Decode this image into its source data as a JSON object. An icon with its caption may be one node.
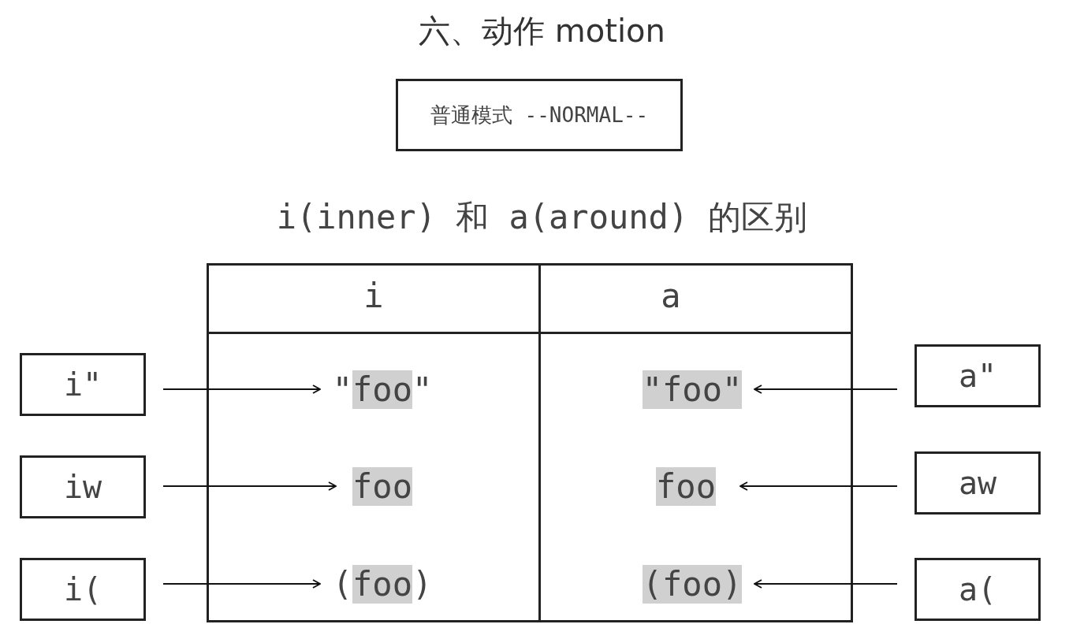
{
  "diagram": {
    "title": "六、动作 motion",
    "nodes": [
      {
        "text": [
          "普通模式 --NORMAL--"
        ]
      },
      {
        "text": [],
        "shape": "table"
      },
      {
        "text": [
          "i\""
        ]
      },
      {
        "text": [
          "\"foo\""
        ],
        "in": 1
      },
      {
        "text": [
          "\"foo\""
        ],
        "in": 1
      },
      {
        "text": [
          "a\""
        ]
      },
      {
        "text": [
          "iw"
        ]
      },
      {
        "text": [
          "foo"
        ],
        "in": 1
      },
      {
        "text": [
          "foo"
        ],
        "in": 1
      },
      {
        "text": [
          "aw"
        ]
      },
      {
        "text": [
          "i("
        ]
      },
      {
        "text": [
          "(foo)"
        ],
        "in": 1
      },
      {
        "text": [
          "(foo)"
        ],
        "in": 1
      },
      {
        "text": [
          "a("
        ]
      }
    ],
    "edges": [
      {
        "from": 2,
        "to": 3,
        "arrow": "to"
      },
      {
        "from": 5,
        "to": 4,
        "arrow": "to"
      },
      {
        "from": 6,
        "to": 7,
        "arrow": "to"
      },
      {
        "from": 9,
        "to": 8,
        "arrow": "to"
      },
      {
        "from": 10,
        "to": 11,
        "arrow": "to"
      },
      {
        "from": 13,
        "to": 12,
        "arrow": "to"
      }
    ],
    "labels": [
      "i(inner) 和 a(around) 的区别",
      "i",
      "a"
    ]
  }
}
